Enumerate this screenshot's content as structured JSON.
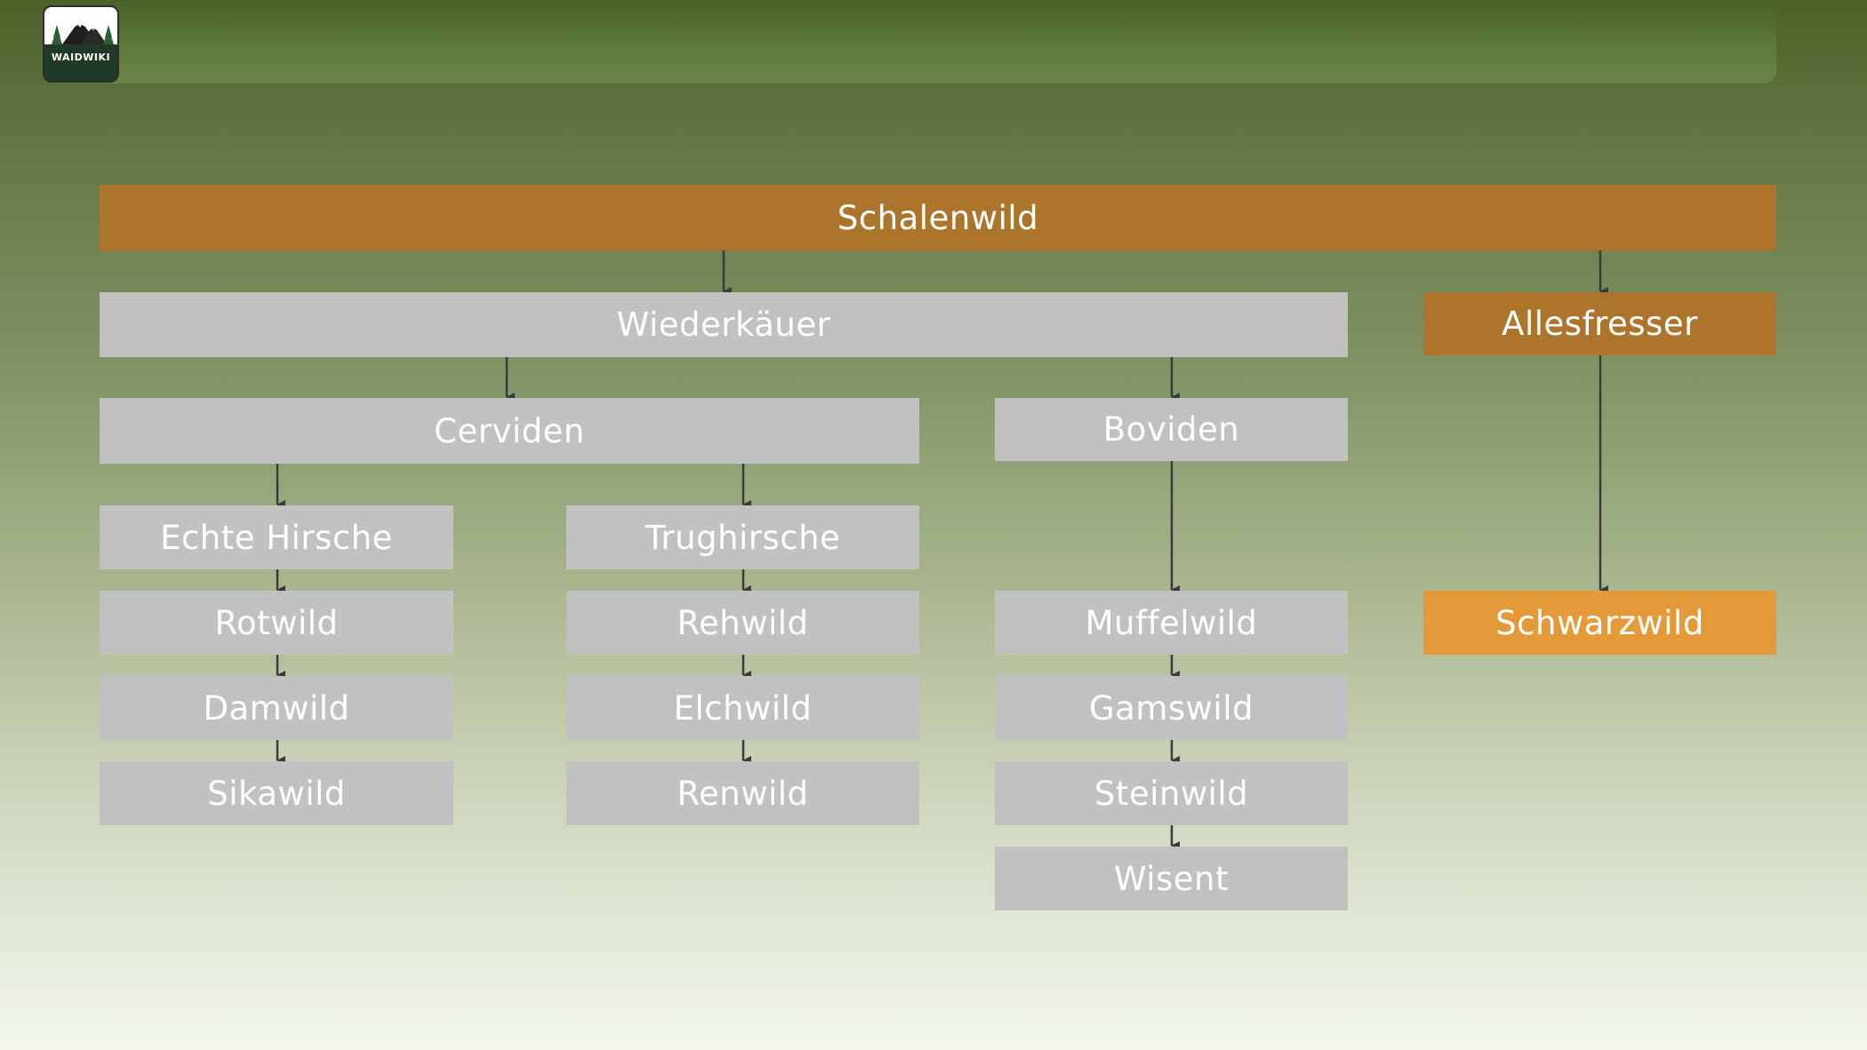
{
  "logo": {
    "text": "WAIDWIKI",
    "icon": "mountain-forest-logo"
  },
  "colors": {
    "root": "#ad752c",
    "allesfresser": "#ad752c",
    "schwarzwild": "#e59a39",
    "category": "#c1c1c1",
    "connector": "#3b3b3b"
  },
  "diagram": {
    "root": "Schalenwild",
    "wiederkaeuer": "Wiederkäuer",
    "allesfresser": "Allesfresser",
    "cerviden": "Cerviden",
    "boviden": "Boviden",
    "echte_hirsche": {
      "label": "Echte Hirsche",
      "species": [
        "Rotwild",
        "Damwild",
        "Sikawild"
      ]
    },
    "trughirsche": {
      "label": "Trughirsche",
      "species": [
        "Rehwild",
        "Elchwild",
        "Renwild"
      ]
    },
    "boviden_species": [
      "Muffelwild",
      "Gamswild",
      "Steinwild",
      "Wisent"
    ],
    "schwarzwild": "Schwarzwild"
  }
}
